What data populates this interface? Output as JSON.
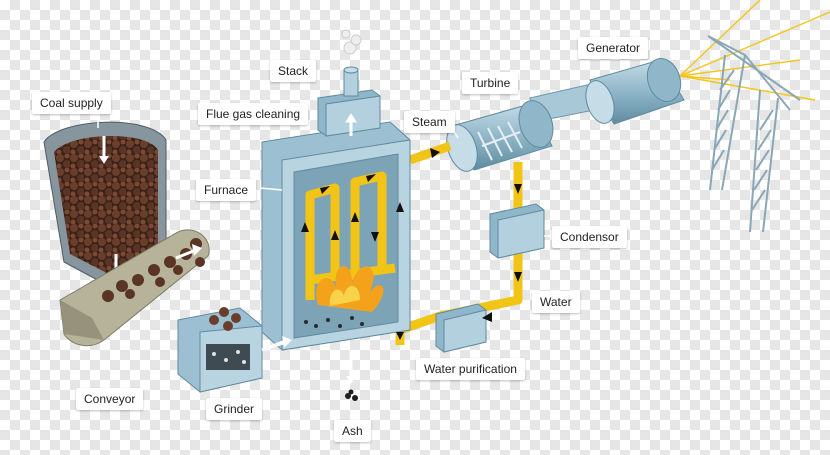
{
  "labels": {
    "coal_supply": "Coal supply",
    "stack": "Stack",
    "flue_gas_cleaning": "Flue gas cleaning",
    "turbine": "Turbine",
    "generator": "Generator",
    "steam": "Steam",
    "furnace": "Furnace",
    "condensor": "Condensor",
    "water": "Water",
    "water_purification": "Water purification",
    "conveyor": "Conveyor",
    "grinder": "Grinder",
    "ash": "Ash"
  },
  "colors": {
    "steel": "#8fb6c9",
    "steel_dark": "#5f8ba0",
    "steel_light": "#c6dce7",
    "pipe": "#f2c416",
    "pipe_edge": "#d9a400",
    "coal": "#5a3424",
    "flame": "#f4a21b",
    "conveyor": "#b7b39b"
  }
}
